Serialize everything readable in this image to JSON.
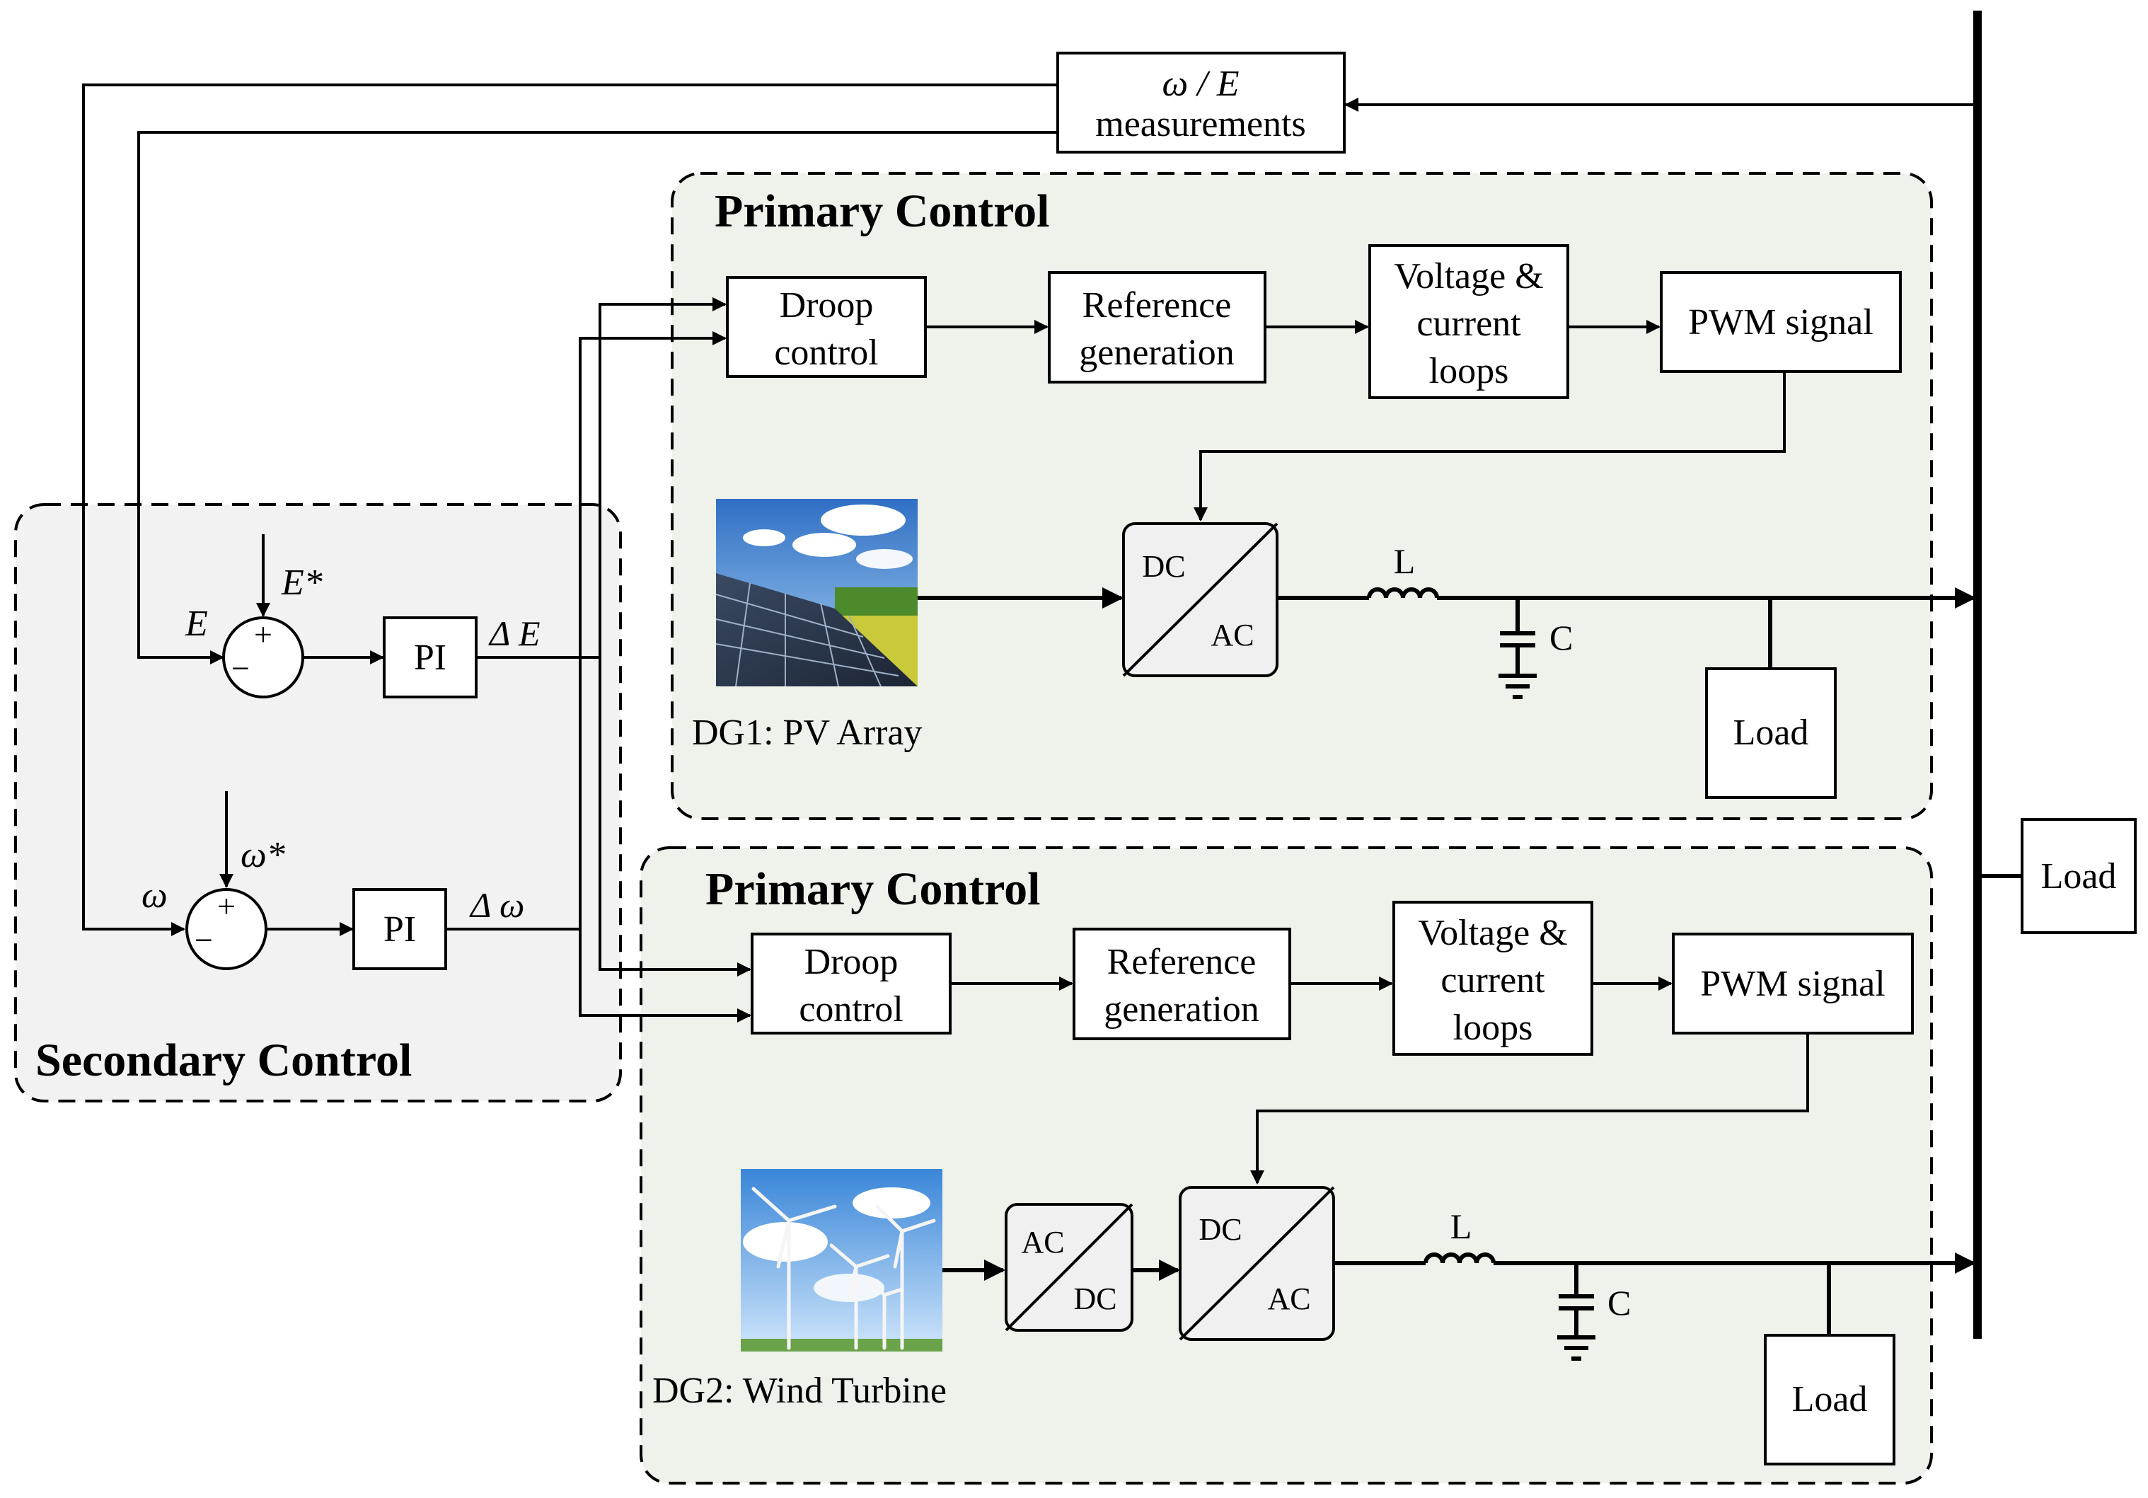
{
  "measurements": {
    "line1": "ω / E",
    "line2": "measurements"
  },
  "primary_top": {
    "title": "Primary Control",
    "droop": [
      "Droop",
      "control"
    ],
    "reference": [
      "Reference",
      "generation"
    ],
    "loops": [
      "Voltage &",
      "current",
      "loops"
    ],
    "pwm": "PWM signal",
    "converter": {
      "in": "DC",
      "out": "AC"
    },
    "inductor": "L",
    "capacitor": "C",
    "load": "Load",
    "source_label": "DG1: PV Array"
  },
  "primary_bottom": {
    "title": "Primary Control",
    "droop": [
      "Droop",
      "control"
    ],
    "reference": [
      "Reference",
      "generation"
    ],
    "loops": [
      "Voltage &",
      "current",
      "loops"
    ],
    "pwm": "PWM signal",
    "rectifier": {
      "in": "AC",
      "out": "DC"
    },
    "converter": {
      "in": "DC",
      "out": "AC"
    },
    "inductor": "L",
    "capacitor": "C",
    "load": "Load",
    "source_label": "DG2: Wind Turbine"
  },
  "secondary": {
    "title": "Secondary Control",
    "voltage_loop": {
      "input": "E",
      "reference": "E*",
      "controller": "PI",
      "output": "Δ E",
      "plus": "+",
      "minus": "−"
    },
    "frequency_loop": {
      "input": "ω",
      "reference": "ω*",
      "controller": "PI",
      "output": "Δ ω",
      "plus": "+",
      "minus": "−"
    }
  },
  "bus_load": "Load"
}
